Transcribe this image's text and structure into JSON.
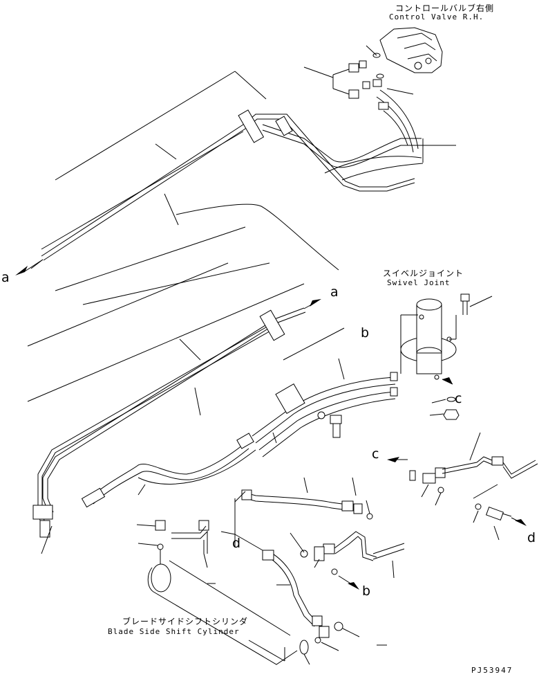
{
  "labels": {
    "control_valve_jp": "コントロールバルブ右側",
    "control_valve_en": "Control Valve R.H.",
    "swivel_joint_jp": "スイベルジョイント",
    "swivel_joint_en": "Swivel Joint",
    "blade_cyl_jp": "ブレードサイドシフトシリンダ",
    "blade_cyl_en": "Blade Side Shift Cylinder"
  },
  "callouts": {
    "a1": "a",
    "a2": "a",
    "b1": "b",
    "b2": "b",
    "c1": "c",
    "c2": "c",
    "d1": "d",
    "d2": "d"
  },
  "drawing_code": "PJ53947"
}
